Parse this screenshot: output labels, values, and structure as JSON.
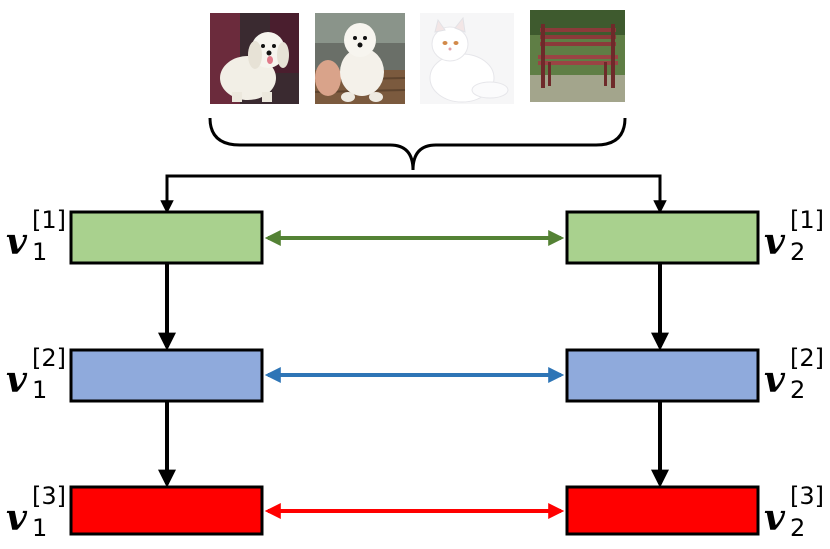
{
  "images": [
    {
      "name": "dog-maltese-photo",
      "alt": "white fluffy dog sitting"
    },
    {
      "name": "dog-poodle-photo",
      "alt": "white poodle on wooden deck"
    },
    {
      "name": "cat-persian-photo",
      "alt": "white fluffy cat"
    },
    {
      "name": "bench-photo",
      "alt": "red wooden park bench on grass"
    }
  ],
  "colors": {
    "layer1_fill": "#a9d18e",
    "layer2_fill": "#8faadc",
    "layer3_fill": "#ff0000",
    "layer1_arrow": "#548235",
    "layer2_arrow": "#2e75b6",
    "layer3_arrow": "#ff0000",
    "stroke": "#000000"
  },
  "left_labels": [
    {
      "base": "v",
      "sup": "[1]",
      "sub": "1"
    },
    {
      "base": "v",
      "sup": "[2]",
      "sub": "1"
    },
    {
      "base": "v",
      "sup": "[3]",
      "sub": "1"
    }
  ],
  "right_labels": [
    {
      "base": "v",
      "sup": "[1]",
      "sub": "2"
    },
    {
      "base": "v",
      "sup": "[2]",
      "sub": "2"
    },
    {
      "base": "v",
      "sup": "[3]",
      "sub": "2"
    }
  ]
}
